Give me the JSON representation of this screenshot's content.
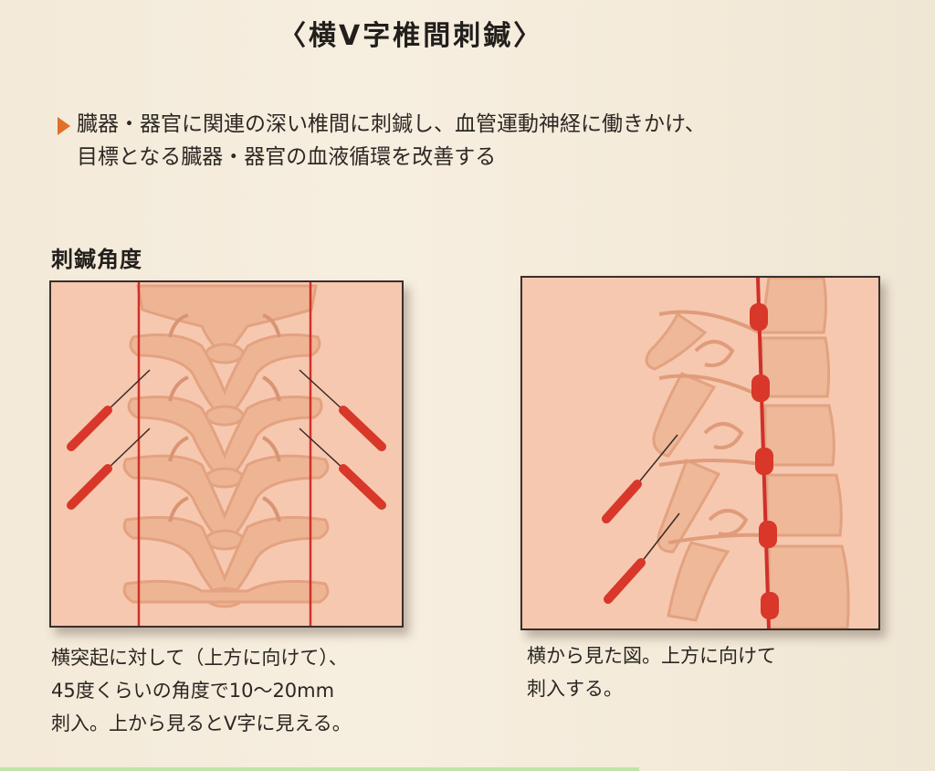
{
  "page": {
    "title": "〈横V字椎間刺鍼〉",
    "lead": {
      "bullet_icon": "orange-triangle-arrow",
      "bullet_color": "#e0702a",
      "lines": [
        "臓器・器官に関連の深い椎間に刺鍼し、血管運動神経に働きかけ、",
        "目標となる臓器・器官の血液循環を改善する"
      ]
    },
    "section_heading": "刺鍼角度",
    "figures": [
      {
        "id": "top-view",
        "description": "spine viewed from behind with vertical red guide lines and four needles inserted at ~45 degrees in V shape",
        "caption_lines": [
          "横突起に対して（上方に向けて）、",
          "45度くらいの角度で10〜20mm",
          "刺入。上から見るとV字に見える。"
        ]
      },
      {
        "id": "side-view",
        "description": "lateral view of spine with red vertical line with nodes and two needles angled upward",
        "caption_lines": [
          "横から見た図。上方に向けて",
          "刺入する。"
        ]
      }
    ],
    "colors": {
      "panel_bg": "#f6c8b0",
      "bone": "#e9a988",
      "needle_red": "#d8372a",
      "line_red": "#d0302a"
    }
  }
}
